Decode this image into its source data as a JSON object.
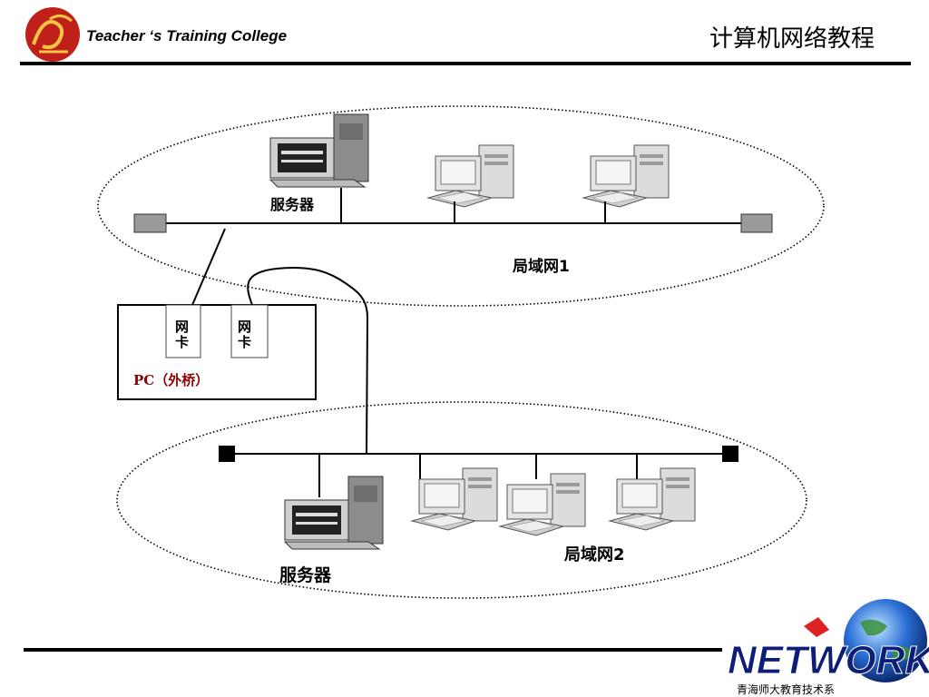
{
  "header": {
    "college": "Teacher ‘s Training  College",
    "course_title": "计算机网络教程"
  },
  "diagram": {
    "lan1": {
      "name": "局域网1",
      "server_label": "服务器"
    },
    "lan2": {
      "name": "局域网2",
      "server_label": "服务器"
    },
    "bridge": {
      "label": "PC（外桥）",
      "nic1": [
        "网",
        "卡"
      ],
      "nic2": [
        "网",
        "卡"
      ]
    }
  },
  "logo": {
    "text": "NETWORK",
    "caption": "青海师大教育技术系"
  }
}
